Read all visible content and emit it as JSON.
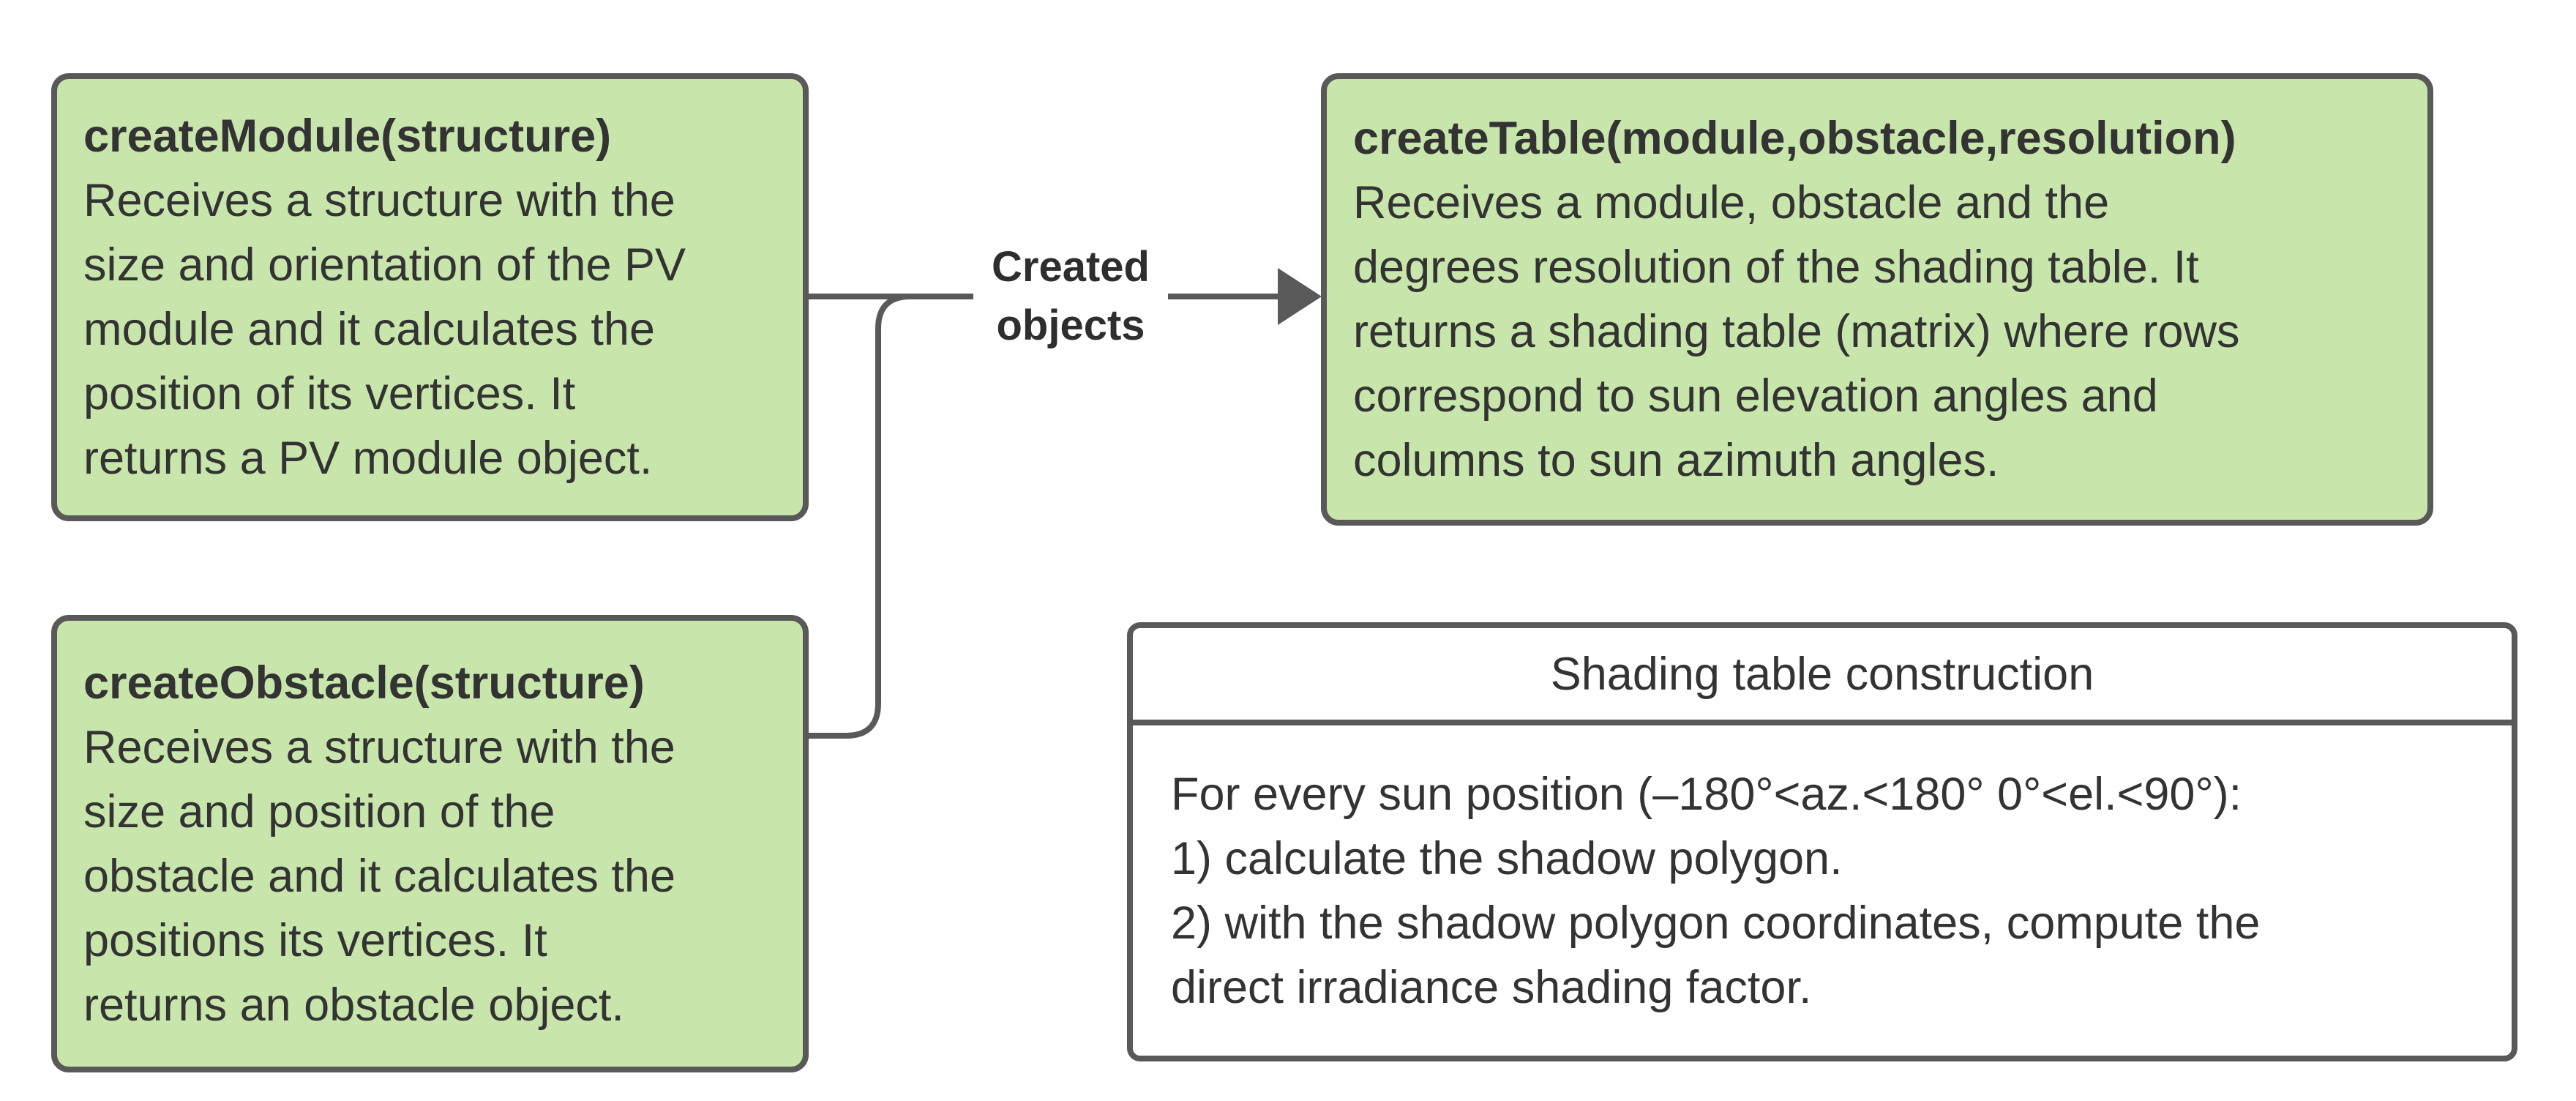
{
  "boxes": {
    "create_module": {
      "title": "createModule(structure)",
      "body": "Receives a structure with the\nsize and orientation of the PV\nmodule and it calculates the\nposition of its vertices. It\nreturns a PV module object."
    },
    "create_obstacle": {
      "title": "createObstacle(structure)",
      "body": "Receives a structure with the\nsize and position of the\nobstacle and it calculates the\npositions its vertices. It\nreturns an obstacle object."
    },
    "create_table": {
      "title": "createTable(module,obstacle,resolution)",
      "body": "Receives a module, obstacle and the\ndegrees resolution of the shading table. It\nreturns a shading table (matrix) where rows\ncorrespond to sun elevation angles and\ncolumns to sun azimuth angles."
    },
    "shading_table": {
      "title": "Shading table construction",
      "body": "For every sun position (–180°<az.<180° 0°<el.<90°):\n1) calculate the shadow polygon.\n2) with the shadow polygon coordinates, compute the\ndirect irradiance shading factor."
    }
  },
  "connector": {
    "label": "Created objects"
  },
  "colors": {
    "box_fill": "#c8e6ab",
    "box_border": "#595959",
    "connector_line": "#595959",
    "text": "#333333",
    "label_text": "#2e2e2e",
    "white_box_fill": "#ffffff"
  }
}
